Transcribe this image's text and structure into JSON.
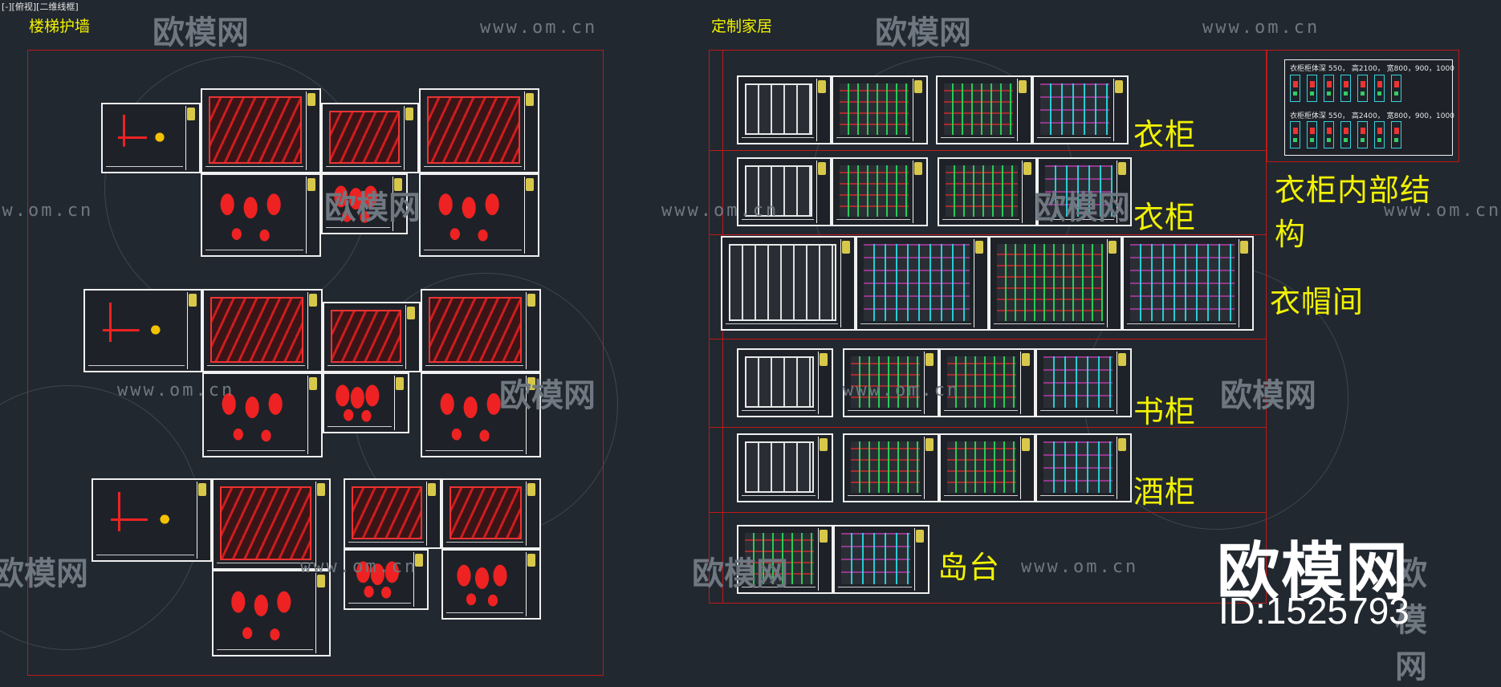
{
  "viewport_label": "[-][俯视][二维线框]",
  "left_section_title": "楼梯护墙",
  "right_section_title": "定制家居",
  "categories": {
    "wardrobe_1": "衣柜",
    "wardrobe_2": "衣柜",
    "cloakroom": "衣帽间",
    "bookcase": "书柜",
    "wine_cabinet": "酒柜",
    "island": "岛台",
    "wardrobe_internal": "衣柜内部结构"
  },
  "inset": {
    "row1_note": "衣柜柜体深 550， 高2100， 宽800，900，1000",
    "row2_note": "衣柜柜体深 550， 高2400， 宽800，900，1000"
  },
  "watermark": {
    "url": "www.om.cn",
    "brand": "欧模网"
  },
  "brand_overlay": {
    "name": "欧模网",
    "id": "ID:1525793"
  },
  "colors": {
    "background": "#212830",
    "frame_red": "#c01818",
    "label_yellow": "#f2f200",
    "sheet_white": "#f0f0f0",
    "watermark_gray": "#6f7780"
  }
}
